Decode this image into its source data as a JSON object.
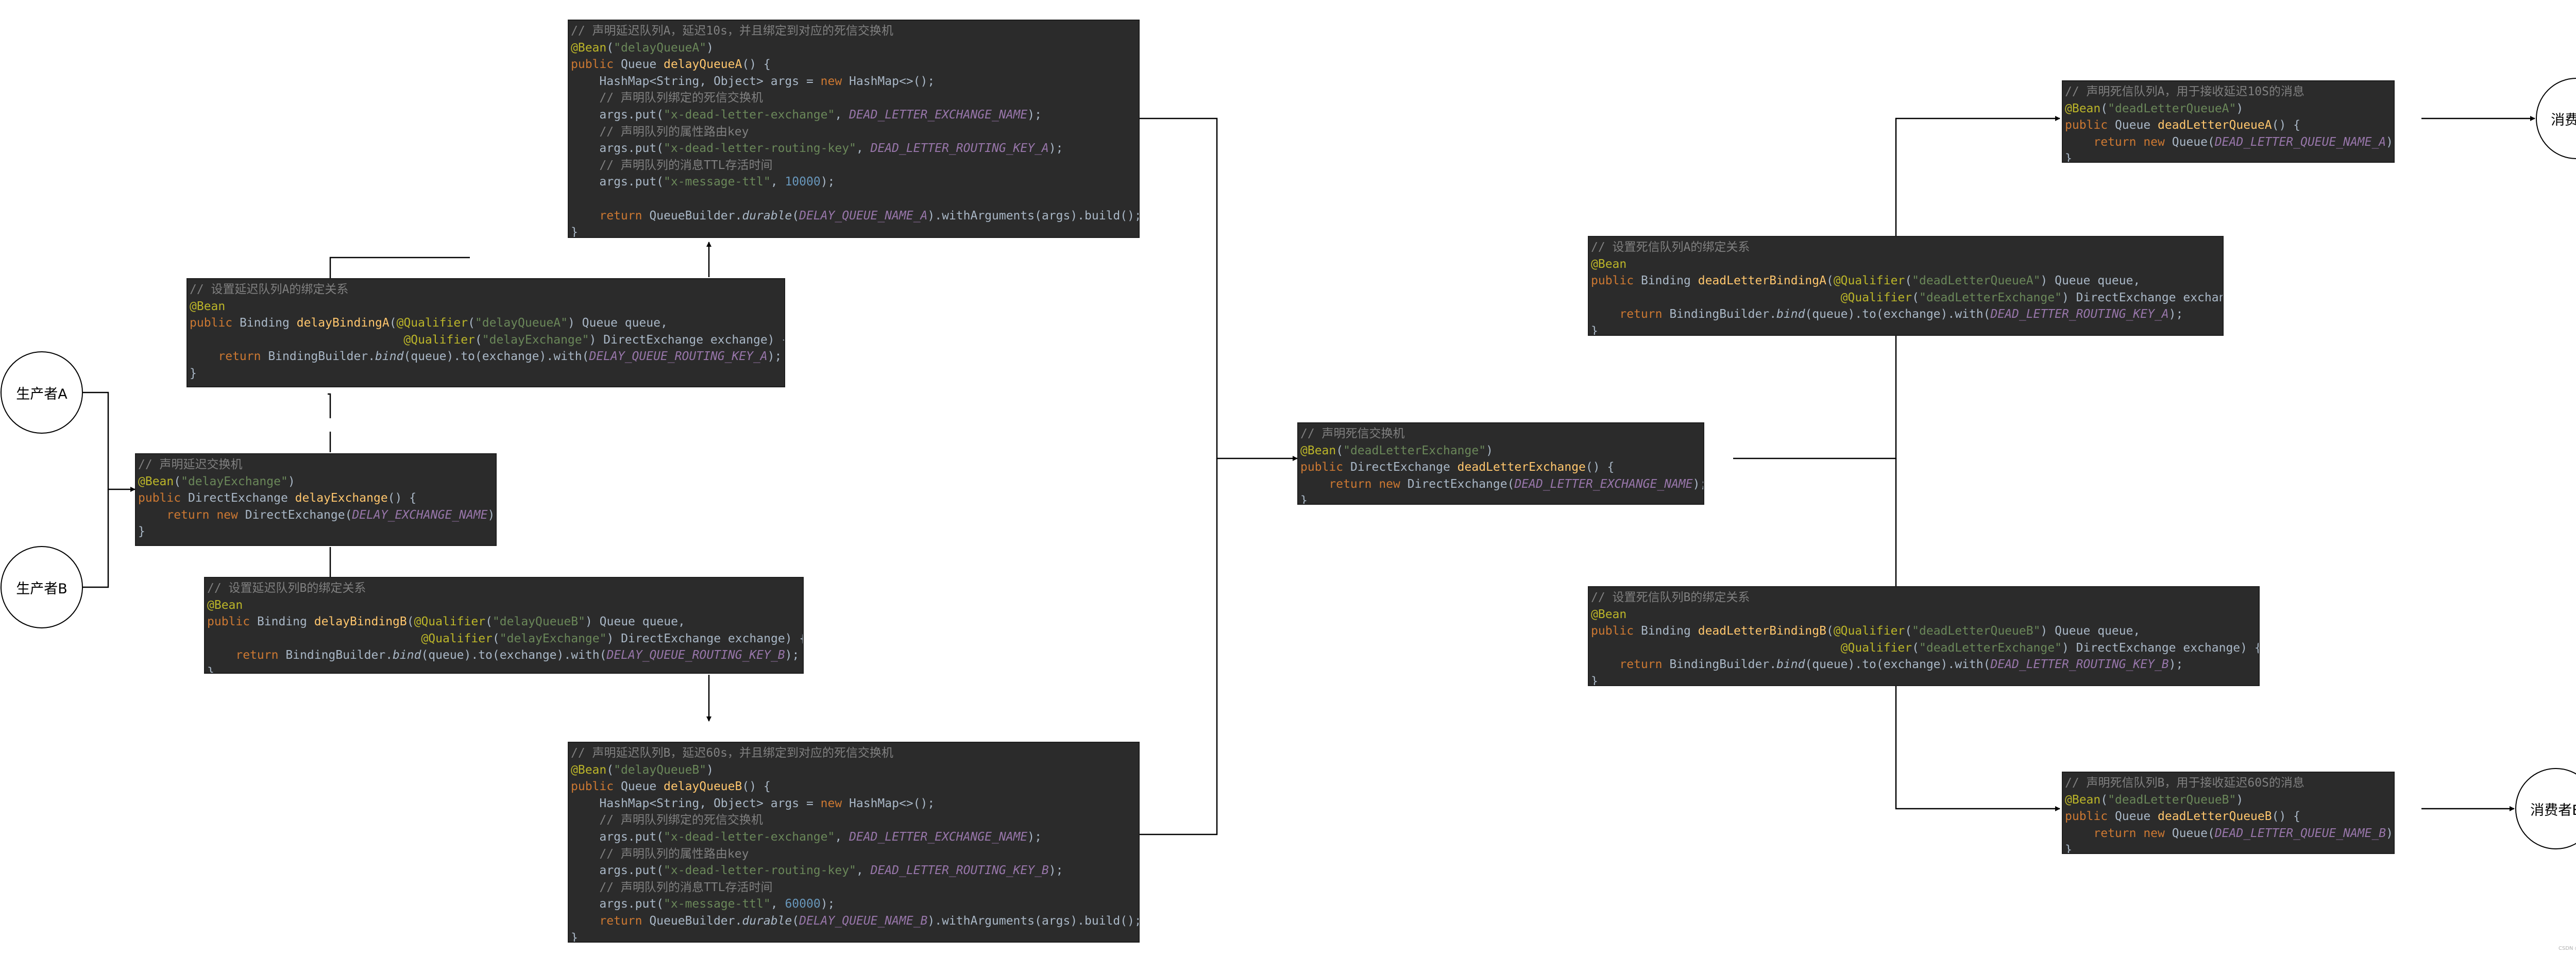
{
  "nodes": {
    "producer_a": "生产者A",
    "producer_b": "生产者B",
    "consumer_a": "消费者A",
    "consumer_b": "消费者B"
  },
  "watermark": "CSDN @小A",
  "code_blocks": {
    "delay_exchange": [
      [
        [
          "// 声明延迟交换机",
          "comment"
        ]
      ],
      [
        [
          "@Bean",
          "annot"
        ],
        [
          "(",
          "plain"
        ],
        [
          "\"delayExchange\"",
          "string"
        ],
        [
          ")",
          "plain"
        ]
      ],
      [
        [
          "public ",
          "kw"
        ],
        [
          "DirectExchange ",
          "plain"
        ],
        [
          "delayExchange",
          "method"
        ],
        [
          "() {",
          "plain"
        ]
      ],
      [
        [
          "    return new ",
          "kw"
        ],
        [
          "DirectExchange(",
          "plain"
        ],
        [
          "DELAY_EXCHANGE_NAME",
          "const"
        ],
        [
          ");",
          "plain"
        ]
      ],
      [
        [
          "}",
          "plain"
        ]
      ]
    ],
    "delay_binding_a": [
      [
        [
          "// 设置延迟队列A的绑定关系",
          "comment"
        ]
      ],
      [
        [
          "@Bean",
          "annot"
        ]
      ],
      [
        [
          "public ",
          "kw"
        ],
        [
          "Binding ",
          "plain"
        ],
        [
          "delayBindingA",
          "method"
        ],
        [
          "(",
          "plain"
        ],
        [
          "@Qualifier",
          "annot"
        ],
        [
          "(",
          "plain"
        ],
        [
          "\"delayQueueA\"",
          "string"
        ],
        [
          ") Queue queue,",
          "plain"
        ]
      ],
      [
        [
          "                              ",
          "plain"
        ],
        [
          "@Qualifier",
          "annot"
        ],
        [
          "(",
          "plain"
        ],
        [
          "\"delayExchange\"",
          "string"
        ],
        [
          ") DirectExchange exchange) {",
          "plain"
        ]
      ],
      [
        [
          "    return ",
          "kw"
        ],
        [
          "BindingBuilder.",
          "plain"
        ],
        [
          "bind",
          "static"
        ],
        [
          "(queue).to(exchange).with(",
          "plain"
        ],
        [
          "DELAY_QUEUE_ROUTING_KEY_A",
          "const"
        ],
        [
          ");",
          "plain"
        ]
      ],
      [
        [
          "}",
          "plain"
        ]
      ]
    ],
    "delay_binding_b": [
      [
        [
          "// 设置延迟队列B的绑定关系",
          "comment"
        ]
      ],
      [
        [
          "@Bean",
          "annot"
        ]
      ],
      [
        [
          "public ",
          "kw"
        ],
        [
          "Binding ",
          "plain"
        ],
        [
          "delayBindingB",
          "method"
        ],
        [
          "(",
          "plain"
        ],
        [
          "@Qualifier",
          "annot"
        ],
        [
          "(",
          "plain"
        ],
        [
          "\"delayQueueB\"",
          "string"
        ],
        [
          ") Queue queue,",
          "plain"
        ]
      ],
      [
        [
          "                              ",
          "plain"
        ],
        [
          "@Qualifier",
          "annot"
        ],
        [
          "(",
          "plain"
        ],
        [
          "\"delayExchange\"",
          "string"
        ],
        [
          ") DirectExchange exchange) {",
          "plain"
        ]
      ],
      [
        [
          "    return ",
          "kw"
        ],
        [
          "BindingBuilder.",
          "plain"
        ],
        [
          "bind",
          "static"
        ],
        [
          "(queue).to(exchange).with(",
          "plain"
        ],
        [
          "DELAY_QUEUE_ROUTING_KEY_B",
          "const"
        ],
        [
          ");",
          "plain"
        ]
      ],
      [
        [
          "}",
          "plain"
        ]
      ]
    ],
    "delay_queue_a": [
      [
        [
          "// 声明延迟队列A，延迟10s，并且绑定到对应的死信交换机",
          "comment"
        ]
      ],
      [
        [
          "@Bean",
          "annot"
        ],
        [
          "(",
          "plain"
        ],
        [
          "\"delayQueueA\"",
          "string"
        ],
        [
          ")",
          "plain"
        ]
      ],
      [
        [
          "public ",
          "kw"
        ],
        [
          "Queue ",
          "plain"
        ],
        [
          "delayQueueA",
          "method"
        ],
        [
          "() {",
          "plain"
        ]
      ],
      [
        [
          "    HashMap<String, Object> args = ",
          "plain"
        ],
        [
          "new ",
          "kw"
        ],
        [
          "HashMap<>();",
          "plain"
        ]
      ],
      [
        [
          "    // 声明队列绑定的死信交换机",
          "comment"
        ]
      ],
      [
        [
          "    args.put(",
          "plain"
        ],
        [
          "\"x-dead-letter-exchange\"",
          "string"
        ],
        [
          ", ",
          "plain"
        ],
        [
          "DEAD_LETTER_EXCHANGE_NAME",
          "const"
        ],
        [
          ");",
          "plain"
        ]
      ],
      [
        [
          "    // 声明队列的属性路由key",
          "comment"
        ]
      ],
      [
        [
          "    args.put(",
          "plain"
        ],
        [
          "\"x-dead-letter-routing-key\"",
          "string"
        ],
        [
          ", ",
          "plain"
        ],
        [
          "DEAD_LETTER_ROUTING_KEY_A",
          "const"
        ],
        [
          ");",
          "plain"
        ]
      ],
      [
        [
          "    // 声明队列的消息TTL存活时间",
          "comment"
        ]
      ],
      [
        [
          "    args.put(",
          "plain"
        ],
        [
          "\"x-message-ttl\"",
          "string"
        ],
        [
          ", ",
          "plain"
        ],
        [
          "10000",
          "number"
        ],
        [
          ");",
          "plain"
        ]
      ],
      [
        [
          "",
          "plain"
        ]
      ],
      [
        [
          "    return ",
          "kw"
        ],
        [
          "QueueBuilder.",
          "plain"
        ],
        [
          "durable",
          "static"
        ],
        [
          "(",
          "plain"
        ],
        [
          "DELAY_QUEUE_NAME_A",
          "const"
        ],
        [
          ").withArguments(args).build();",
          "plain"
        ]
      ],
      [
        [
          "}",
          "plain"
        ]
      ]
    ],
    "delay_queue_b": [
      [
        [
          "// 声明延迟队列B，延迟60s，并且绑定到对应的死信交换机",
          "comment"
        ]
      ],
      [
        [
          "@Bean",
          "annot"
        ],
        [
          "(",
          "plain"
        ],
        [
          "\"delayQueueB\"",
          "string"
        ],
        [
          ")",
          "plain"
        ]
      ],
      [
        [
          "public ",
          "kw"
        ],
        [
          "Queue ",
          "plain"
        ],
        [
          "delayQueueB",
          "method"
        ],
        [
          "() {",
          "plain"
        ]
      ],
      [
        [
          "    HashMap<String, Object> args = ",
          "plain"
        ],
        [
          "new ",
          "kw"
        ],
        [
          "HashMap<>();",
          "plain"
        ]
      ],
      [
        [
          "    // 声明队列绑定的死信交换机",
          "comment"
        ]
      ],
      [
        [
          "    args.put(",
          "plain"
        ],
        [
          "\"x-dead-letter-exchange\"",
          "string"
        ],
        [
          ", ",
          "plain"
        ],
        [
          "DEAD_LETTER_EXCHANGE_NAME",
          "const"
        ],
        [
          ");",
          "plain"
        ]
      ],
      [
        [
          "    // 声明队列的属性路由key",
          "comment"
        ]
      ],
      [
        [
          "    args.put(",
          "plain"
        ],
        [
          "\"x-dead-letter-routing-key\"",
          "string"
        ],
        [
          ", ",
          "plain"
        ],
        [
          "DEAD_LETTER_ROUTING_KEY_B",
          "const"
        ],
        [
          ");",
          "plain"
        ]
      ],
      [
        [
          "    // 声明队列的消息TTL存活时间",
          "comment"
        ]
      ],
      [
        [
          "    args.put(",
          "plain"
        ],
        [
          "\"x-message-ttl\"",
          "string"
        ],
        [
          ", ",
          "plain"
        ],
        [
          "60000",
          "number"
        ],
        [
          ");",
          "plain"
        ]
      ],
      [
        [
          "    return ",
          "kw"
        ],
        [
          "QueueBuilder.",
          "plain"
        ],
        [
          "durable",
          "static"
        ],
        [
          "(",
          "plain"
        ],
        [
          "DELAY_QUEUE_NAME_B",
          "const"
        ],
        [
          ").withArguments(args).build();",
          "plain"
        ]
      ],
      [
        [
          "}",
          "plain"
        ]
      ]
    ],
    "dead_letter_exchange": [
      [
        [
          "// 声明死信交换机",
          "comment"
        ]
      ],
      [
        [
          "@Bean",
          "annot"
        ],
        [
          "(",
          "plain"
        ],
        [
          "\"deadLetterExchange\"",
          "string"
        ],
        [
          ")",
          "plain"
        ]
      ],
      [
        [
          "public ",
          "kw"
        ],
        [
          "DirectExchange ",
          "plain"
        ],
        [
          "deadLetterExchange",
          "method"
        ],
        [
          "() {",
          "plain"
        ]
      ],
      [
        [
          "    return new ",
          "kw"
        ],
        [
          "DirectExchange(",
          "plain"
        ],
        [
          "DEAD_LETTER_EXCHANGE_NAME",
          "const"
        ],
        [
          ");",
          "plain"
        ]
      ],
      [
        [
          "}",
          "plain"
        ]
      ]
    ],
    "dead_letter_binding_a": [
      [
        [
          "// 设置死信队列A的绑定关系",
          "comment"
        ]
      ],
      [
        [
          "@Bean",
          "annot"
        ]
      ],
      [
        [
          "public ",
          "kw"
        ],
        [
          "Binding ",
          "plain"
        ],
        [
          "deadLetterBindingA",
          "method"
        ],
        [
          "(",
          "plain"
        ],
        [
          "@Qualifier",
          "annot"
        ],
        [
          "(",
          "plain"
        ],
        [
          "\"deadLetterQueueA\"",
          "string"
        ],
        [
          ") Queue queue,",
          "plain"
        ]
      ],
      [
        [
          "                                   ",
          "plain"
        ],
        [
          "@Qualifier",
          "annot"
        ],
        [
          "(",
          "plain"
        ],
        [
          "\"deadLetterExchange\"",
          "string"
        ],
        [
          ") DirectExchange exchange) {",
          "plain"
        ]
      ],
      [
        [
          "    return ",
          "kw"
        ],
        [
          "BindingBuilder.",
          "plain"
        ],
        [
          "bind",
          "static"
        ],
        [
          "(queue).to(exchange).with(",
          "plain"
        ],
        [
          "DEAD_LETTER_ROUTING_KEY_A",
          "const"
        ],
        [
          ");",
          "plain"
        ]
      ],
      [
        [
          "}",
          "plain"
        ]
      ]
    ],
    "dead_letter_binding_b": [
      [
        [
          "// 设置死信队列B的绑定关系",
          "comment"
        ]
      ],
      [
        [
          "@Bean",
          "annot"
        ]
      ],
      [
        [
          "public ",
          "kw"
        ],
        [
          "Binding ",
          "plain"
        ],
        [
          "deadLetterBindingB",
          "method"
        ],
        [
          "(",
          "plain"
        ],
        [
          "@Qualifier",
          "annot"
        ],
        [
          "(",
          "plain"
        ],
        [
          "\"deadLetterQueueB\"",
          "string"
        ],
        [
          ") Queue queue,",
          "plain"
        ]
      ],
      [
        [
          "                                   ",
          "plain"
        ],
        [
          "@Qualifier",
          "annot"
        ],
        [
          "(",
          "plain"
        ],
        [
          "\"deadLetterExchange\"",
          "string"
        ],
        [
          ") DirectExchange exchange) {",
          "plain"
        ]
      ],
      [
        [
          "    return ",
          "kw"
        ],
        [
          "BindingBuilder.",
          "plain"
        ],
        [
          "bind",
          "static"
        ],
        [
          "(queue).to(exchange).with(",
          "plain"
        ],
        [
          "DEAD_LETTER_ROUTING_KEY_B",
          "const"
        ],
        [
          ");",
          "plain"
        ]
      ],
      [
        [
          "}",
          "plain"
        ]
      ]
    ],
    "dead_letter_queue_a": [
      [
        [
          "// 声明死信队列A，用于接收延迟10S的消息",
          "comment"
        ]
      ],
      [
        [
          "@Bean",
          "annot"
        ],
        [
          "(",
          "plain"
        ],
        [
          "\"deadLetterQueueA\"",
          "string"
        ],
        [
          ")",
          "plain"
        ]
      ],
      [
        [
          "public ",
          "kw"
        ],
        [
          "Queue ",
          "plain"
        ],
        [
          "deadLetterQueueA",
          "method"
        ],
        [
          "() {",
          "plain"
        ]
      ],
      [
        [
          "    return new ",
          "kw"
        ],
        [
          "Queue(",
          "plain"
        ],
        [
          "DEAD_LETTER_QUEUE_NAME_A",
          "const"
        ],
        [
          ");",
          "plain"
        ]
      ],
      [
        [
          "}",
          "plain"
        ]
      ]
    ],
    "dead_letter_queue_b": [
      [
        [
          "// 声明死信队列B，用于接收延迟60S的消息",
          "comment"
        ]
      ],
      [
        [
          "@Bean",
          "annot"
        ],
        [
          "(",
          "plain"
        ],
        [
          "\"deadLetterQueueB\"",
          "string"
        ],
        [
          ")",
          "plain"
        ]
      ],
      [
        [
          "public ",
          "kw"
        ],
        [
          "Queue ",
          "plain"
        ],
        [
          "deadLetterQueueB",
          "method"
        ],
        [
          "() {",
          "plain"
        ]
      ],
      [
        [
          "    return new ",
          "kw"
        ],
        [
          "Queue(",
          "plain"
        ],
        [
          "DEAD_LETTER_QUEUE_NAME_B",
          "const"
        ],
        [
          ");",
          "plain"
        ]
      ],
      [
        [
          "}",
          "plain"
        ]
      ]
    ]
  },
  "colors": {
    "code_bg": "#2b2b2b",
    "comment": "#808080",
    "annotation": "#bbb529",
    "keyword": "#cc7832",
    "method": "#ffc66d",
    "string": "#6a8759",
    "constant": "#9876aa",
    "number": "#6897bb",
    "text": "#a9b7c6",
    "connector": "#000000"
  }
}
